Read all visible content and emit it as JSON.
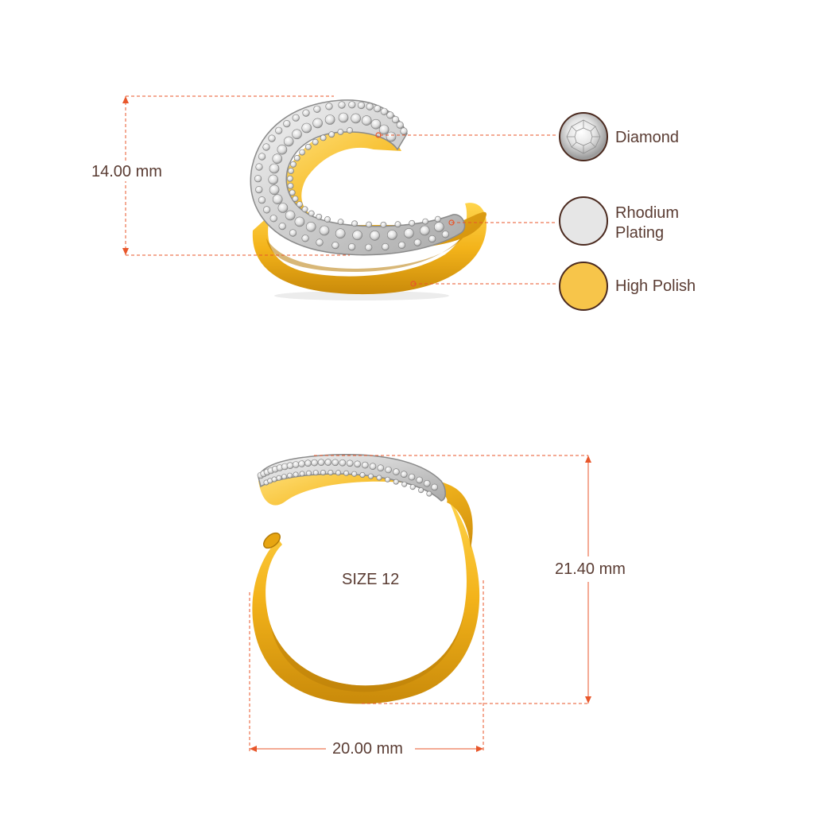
{
  "dimensions": {
    "height_top": "14.00 mm",
    "height_side": "21.40 mm",
    "width_side": "20.00 mm",
    "size": "SIZE 12"
  },
  "legend": [
    {
      "label": "Diamond",
      "icon": "diamond-swatch-icon",
      "color": "#dcdcdc"
    },
    {
      "label": "Rhodium\nPlating",
      "icon": "rhodium-swatch-icon",
      "color": "#e6e6e6"
    },
    {
      "label": "High Polish",
      "icon": "gold-swatch-icon",
      "color": "#f7c54a"
    }
  ],
  "colors": {
    "guide": "#e8562a",
    "label_text": "#5a3c33",
    "gold": "#f5b81f",
    "gold_light": "#ffd966",
    "gold_dark": "#c98a0a",
    "metal_white": "#cfcfcf",
    "swatch_border": "#4b2a1f"
  }
}
